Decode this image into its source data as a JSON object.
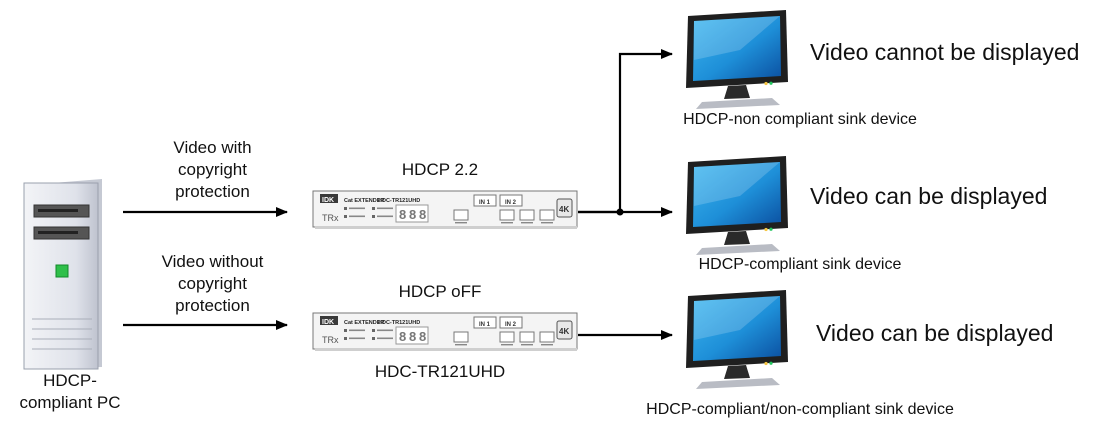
{
  "colors": {
    "accent_red": "#ff0000",
    "line": "#000000",
    "screen": "#1e8fd8",
    "led_green": "#22c55e"
  },
  "pc": {
    "label_line1": "HDCP-",
    "label_line2": "compliant PC",
    "icon": "pc-tower-icon"
  },
  "inputs": {
    "top": {
      "line1": "Video with",
      "line2": "copyright",
      "line3": "protection"
    },
    "bottom": {
      "line1": "Video without",
      "line2": "copyright",
      "line3": "protection"
    }
  },
  "extenders": {
    "top": {
      "mode": "HDCP 2.2",
      "icon": "extender-device-icon"
    },
    "bottom": {
      "mode": "HDCP oFF",
      "model": "HDC-TR121UHD",
      "icon": "extender-device-icon"
    }
  },
  "extender_panel": {
    "brand": "IDK",
    "product_line": "Cat EXTENDER",
    "model": "HDC-TR121UHD",
    "trx": "TRx",
    "in1": "IN 1",
    "in2": "IN 2"
  },
  "sinks": [
    {
      "status": "Video cannot be displayed",
      "label": "HDCP-non compliant sink device",
      "icon": "monitor-icon"
    },
    {
      "status": "Video can be displayed",
      "label": "HDCP-compliant sink device",
      "icon": "monitor-icon"
    },
    {
      "status": "Video can be displayed",
      "label": "HDCP-compliant/non-compliant sink device",
      "icon": "monitor-icon"
    }
  ]
}
